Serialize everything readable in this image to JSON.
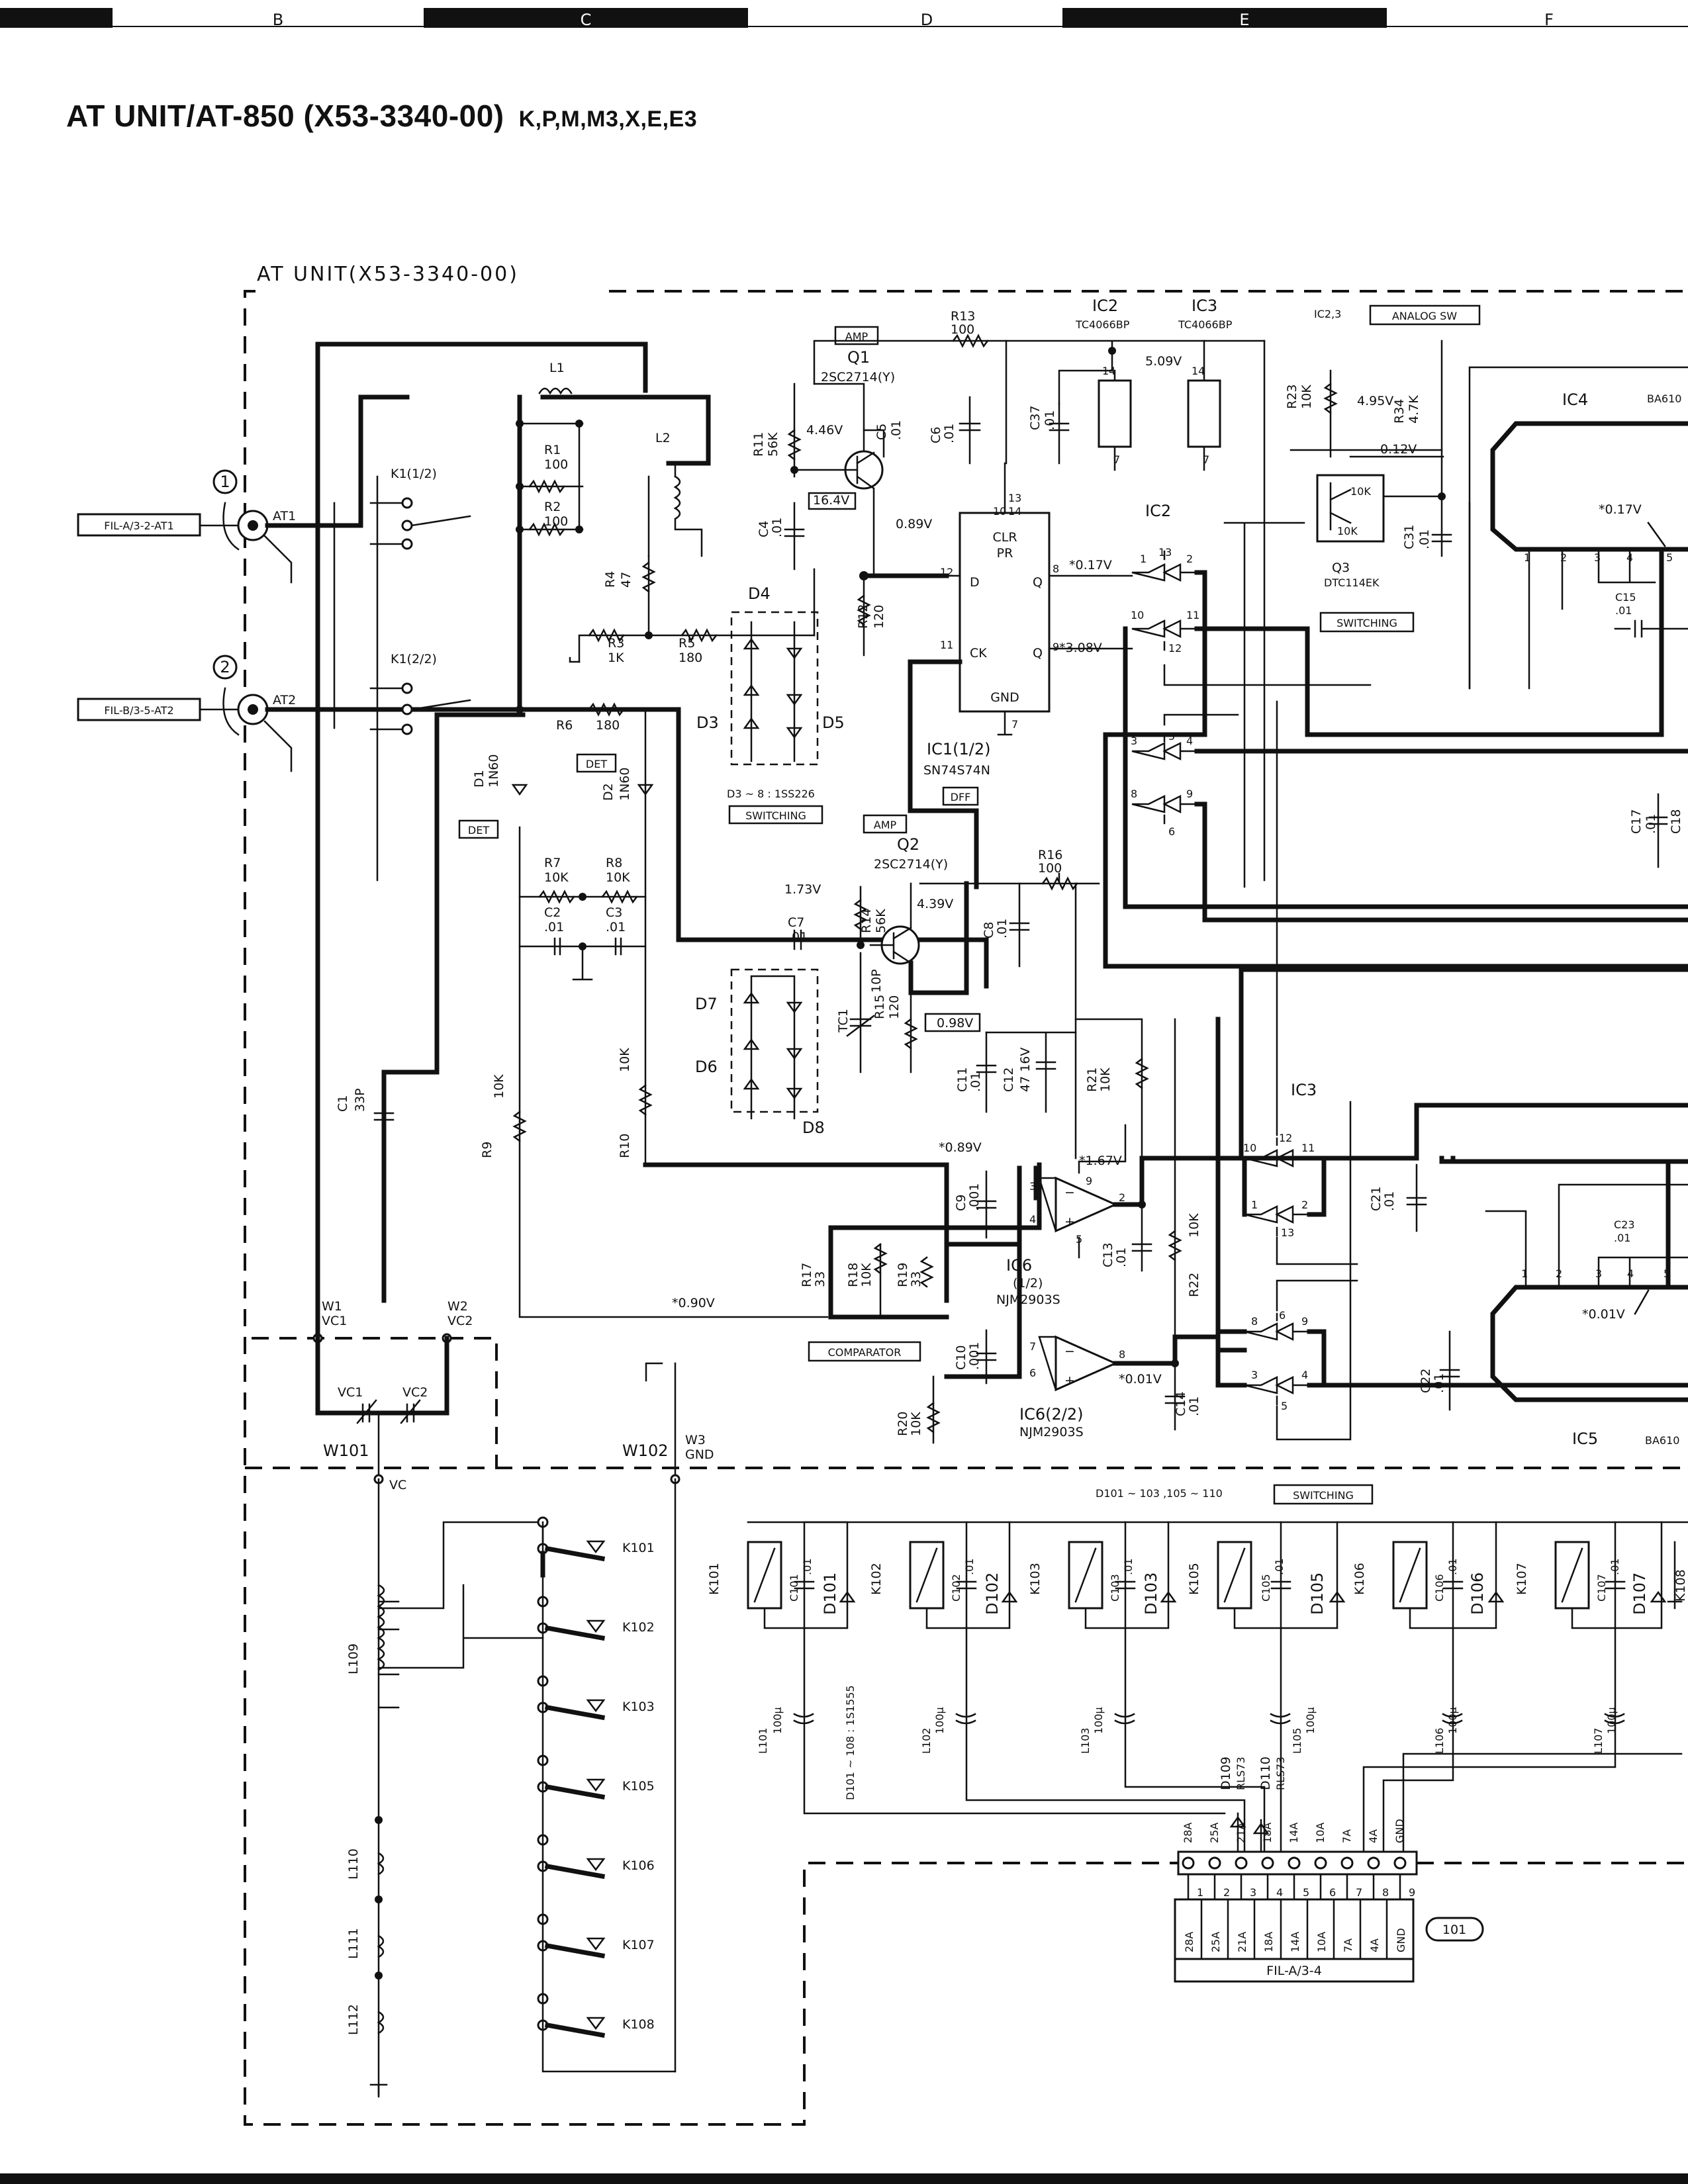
{
  "page": {
    "title": "AT UNIT/AT-850 (X53-3340-00)",
    "variants": "K,P,M,M3,X,E,E3",
    "unit_label": "AT UNIT(X53-3340-00)"
  },
  "column_markers": [
    "B",
    "C",
    "D",
    "E",
    "F"
  ],
  "ports": {
    "port1_num": "1",
    "port2_num": "2",
    "fil_a": "FIL-A/3-2-AT1",
    "fil_b": "FIL-B/3-5-AT2",
    "at1": "AT1",
    "at2": "AT2"
  },
  "relays": {
    "k1_1": "K1(1/2)",
    "k1_2": "K1(2/2)"
  },
  "components": {
    "l1": "L1",
    "l2": "L2",
    "r1": "R1",
    "r1v": "100",
    "r2": "R2",
    "r2v": "100",
    "r3": "R3",
    "r3v": "1K",
    "r4": "R4",
    "r4v": "47",
    "r5": "R5",
    "r5v": "180",
    "r6": "R6",
    "r6v": "180",
    "r7": "R7",
    "r7v": "10K",
    "r8": "R8",
    "r8v": "10K",
    "r9": "R9",
    "r9v": "10K",
    "r10": "R10",
    "r10v": "10K",
    "r11": "R11",
    "r11v": "56K",
    "r12": "R12",
    "r12v": "120",
    "r13": "R13",
    "r13v": "100",
    "r14": "R14",
    "r14v": "56K",
    "r15": "R15",
    "r15v": "120",
    "r16": "R16",
    "r16v": "100",
    "r17": "R17",
    "r17v": "33",
    "r18": "R18",
    "r18v": "10K",
    "r19": "R19",
    "r19v": "33",
    "r20": "R20",
    "r20v": "10K",
    "r21": "R21",
    "r21v": "10K",
    "r22": "R22",
    "r22v": "10K",
    "r23": "R23",
    "r23v": "10K",
    "r34": "R34",
    "r34v": "4.7K",
    "c1": "C1",
    "c1v": "33P",
    "c2": "C2",
    "c2v": ".01",
    "c3": "C3",
    "c3v": ".01",
    "c4": "C4",
    "c4v": ".01",
    "c5": "C5",
    "c5v": ".01",
    "c6": "C6",
    "c6v": ".01",
    "c7": "C7",
    "c7v": ".01",
    "c8": "C8",
    "c8v": ".01",
    "c9": "C9",
    "c9v": ".001",
    "c10": "C10",
    "c10v": ".001",
    "c11": "C11",
    "c11v": ".01",
    "c12": "C12",
    "c12v": "47 16V",
    "c13": "C13",
    "c13v": ".01",
    "c14": "C14",
    "c14v": ".01",
    "c15": "C15",
    "c15v": ".01",
    "c17": "C17",
    "c17v": ".01",
    "c18": "C18",
    "c18v": ".01",
    "c21": "C21",
    "c21v": ".01",
    "c22": "C22",
    "c22v": ".01",
    "c23": "C23",
    "c23v": ".01",
    "c31": "C31",
    "c31v": ".01",
    "c37": "C37",
    "c37v": ".01",
    "tc1": "TC1",
    "tc1v": "10P",
    "d1": "D1",
    "d1v": "1N60",
    "d2": "D2",
    "d2v": "1N60",
    "d3": "D3",
    "d4": "D4",
    "d5": "D5",
    "d6": "D6",
    "d7": "D7",
    "d8": "D8",
    "d3_8_note": "D3 ~ 8 : 1SS226",
    "q1": "Q1",
    "q1v": "2SC2714(Y)",
    "q2": "Q2",
    "q2v": "2SC2714(Y)",
    "q3": "Q3",
    "q3v": "DTC114EK",
    "q3_r1": "10K",
    "q3_r2": "10K"
  },
  "ics": {
    "ic1": "IC1(1/2)",
    "ic1v": "SN74S74N",
    "ic1_pins": {
      "clr": "CLR",
      "pr": "PR",
      "d": "D",
      "ck": "CK",
      "q1": "Q",
      "q2": "Q",
      "gnd": "GND"
    },
    "ic2": "IC2",
    "ic2v": "TC4066BP",
    "ic3": "IC3",
    "ic3v": "TC4066BP",
    "ic23_note": "IC2,3",
    "ic4": "IC4",
    "ic4v": "BA610",
    "ic5": "IC5",
    "ic5v": "BA610",
    "ic6a": "IC6",
    "ic6a_sub": "(1/2)",
    "ic6v": "NJM2903S",
    "ic6b": "IC6(2/2)",
    "ic6bv": "NJM2903S"
  },
  "boxes": {
    "amp1": "AMP",
    "amp2": "AMP",
    "det1": "DET",
    "det2": "DET",
    "switching_d": "SWITCHING",
    "switching_q3": "SWITCHING",
    "dff": "DFF",
    "analog_sw": "ANALOG SW",
    "comparator": "COMPARATOR",
    "switching_relays": "SWITCHING"
  },
  "voltages": {
    "v_446": "4.46V",
    "v_164": "16.4V",
    "v_089a": "0.89V",
    "v_017a": "*0.17V",
    "v_308": "*3.08V",
    "v_509": "5.09V",
    "v_495": "4.95V",
    "v_012": "0.12V",
    "v_017b": "*0.17V",
    "v_173": "1.73V",
    "v_439": "4.39V",
    "v_098": "0.98V",
    "v_089b": "*0.89V",
    "v_167": "*1.67V",
    "v_090": "*0.90V",
    "v_001a": "*0.01V",
    "v_001b": "*0.01V"
  },
  "wires": {
    "w1": "W1",
    "w1b": "VC1",
    "w2": "W2",
    "w2b": "VC2",
    "w3": "W3",
    "w3b": "GND",
    "w101": "W101",
    "w102": "W102",
    "vc1": "VC1",
    "vc2": "VC2",
    "vc": "VC"
  },
  "bottom": {
    "switching_note": "D101 ~ 103 ,105 ~ 110",
    "relays": [
      "K101",
      "K102",
      "K103",
      "K105",
      "K106",
      "K107",
      "K108"
    ],
    "inductors_left": [
      "L109",
      "L110",
      "L111",
      "L112"
    ],
    "diodes": [
      "D101",
      "D102",
      "D103",
      "D105",
      "D106",
      "D107"
    ],
    "caps": [
      "C101",
      "C102",
      "C103",
      "C105",
      "C106",
      "C107"
    ],
    "cap_value": ".01",
    "chokes": [
      "L101",
      "L102",
      "L103",
      "L105",
      "L106",
      "L107"
    ],
    "choke_value": "100μ",
    "d101_108_note": "D101 ~ 108 : 1S1555",
    "d109": "D109",
    "d109v": "RLS73",
    "d110": "D110",
    "d110v": "RLS73",
    "connector_pins": [
      "28A",
      "25A",
      "21A",
      "18A",
      "14A",
      "10A",
      "7A",
      "4A",
      "GND"
    ],
    "connector_nums": [
      "1",
      "2",
      "3",
      "4",
      "5",
      "6",
      "7",
      "8",
      "9"
    ],
    "connector_name": "FIL-A/3-4",
    "connector_id": "101"
  }
}
